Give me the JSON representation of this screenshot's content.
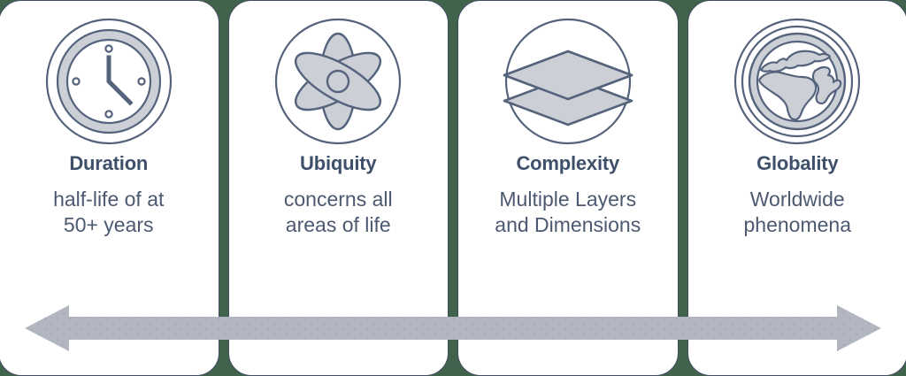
{
  "theme": {
    "background_color": "#41634c",
    "card_background": "#ffffff",
    "card_border_color": "#434e63",
    "title_color": "#3e506a",
    "text_color": "#4c5971",
    "icon_stroke_color": "#55637c",
    "icon_fill_color": "#ccd0d6",
    "arrow_color": "#b1b6c1"
  },
  "cards": [
    {
      "icon": "clock-icon",
      "title": "Duration",
      "description": "half-life of at\n50+ years"
    },
    {
      "icon": "atom-icon",
      "title": "Ubiquity",
      "description": "concerns all\nareas of life"
    },
    {
      "icon": "layers-icon",
      "title": "Complexity",
      "description": "Multiple Layers\nand Dimensions"
    },
    {
      "icon": "globe-icon",
      "title": "Globality",
      "description": "Worldwide\nphenomena"
    }
  ],
  "arrow": {
    "name": "double-headed-arrow",
    "direction": "bidirectional",
    "color": "#b1b6c1"
  }
}
